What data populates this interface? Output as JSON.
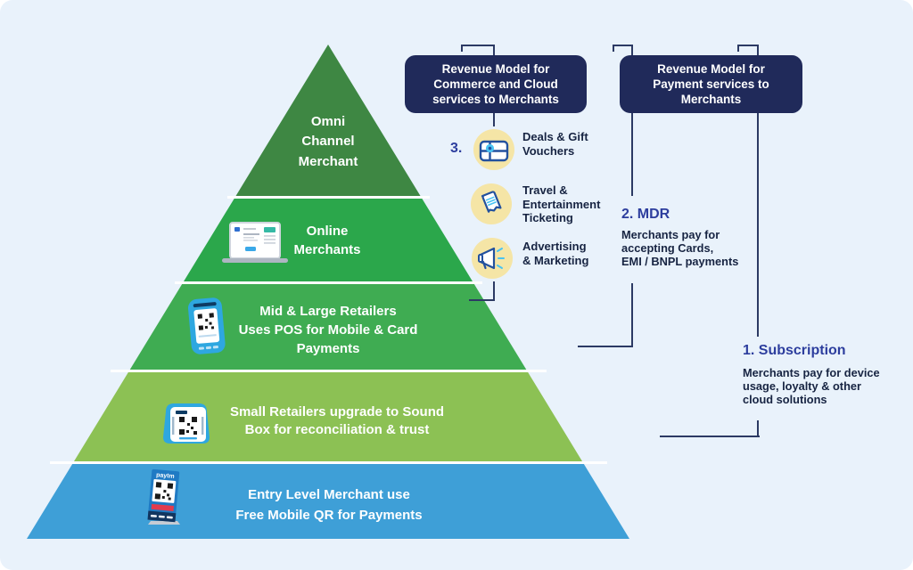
{
  "pyramid": {
    "tiers": [
      {
        "name": "omni-channel-merchant",
        "color": "#3e8743",
        "lines": [
          "Omni",
          "Channel",
          "Merchant"
        ]
      },
      {
        "name": "online-merchants",
        "color": "#2ba74b",
        "lines": [
          "Online",
          "Merchants"
        ]
      },
      {
        "name": "mid-large-retailers",
        "color": "#3fac52",
        "lines": [
          "Mid & Large Retailers",
          "Uses POS for Mobile & Card",
          "Payments"
        ]
      },
      {
        "name": "small-retailers",
        "color": "#8cc154",
        "lines": [
          "Small Retailers upgrade to Sound",
          "Box for reconciliation & trust"
        ]
      },
      {
        "name": "entry-level-merchants",
        "color": "#3e9fd7",
        "lines": [
          "Entry Level Merchant use",
          "Free Mobile QR for Payments"
        ]
      }
    ]
  },
  "revenue_boxes": [
    {
      "lines": [
        "Revenue Model for",
        "Commerce and Cloud",
        "services to Merchants"
      ]
    },
    {
      "lines": [
        "Revenue Model for",
        "Payment services to",
        "Merchants"
      ]
    }
  ],
  "commerce": {
    "number": "3.",
    "items": [
      {
        "icon": "gift-icon",
        "lines": [
          "Deals & Gift",
          "Vouchers"
        ]
      },
      {
        "icon": "ticket-icon",
        "lines": [
          "Travel &",
          "Entertainment",
          "Ticketing"
        ]
      },
      {
        "icon": "megaphone-icon",
        "lines": [
          "Advertising",
          "& Marketing"
        ]
      }
    ]
  },
  "mdr": {
    "title": "2. MDR",
    "lines": [
      "Merchants pay for",
      "accepting Cards,",
      "EMI / BNPL payments"
    ]
  },
  "subscription": {
    "title": "1. Subscription",
    "lines": [
      "Merchants pay for device",
      "usage, loyalty & other",
      "cloud solutions"
    ]
  },
  "devices": {
    "standee_brand": "paytm"
  },
  "colors": {
    "background": "#e9f2fb",
    "box_bg": "#202a5a",
    "accent": "#2d3e9e",
    "body_text": "#172442",
    "connector": "#2c3a64",
    "icon_circle": "#f5e5a6"
  }
}
